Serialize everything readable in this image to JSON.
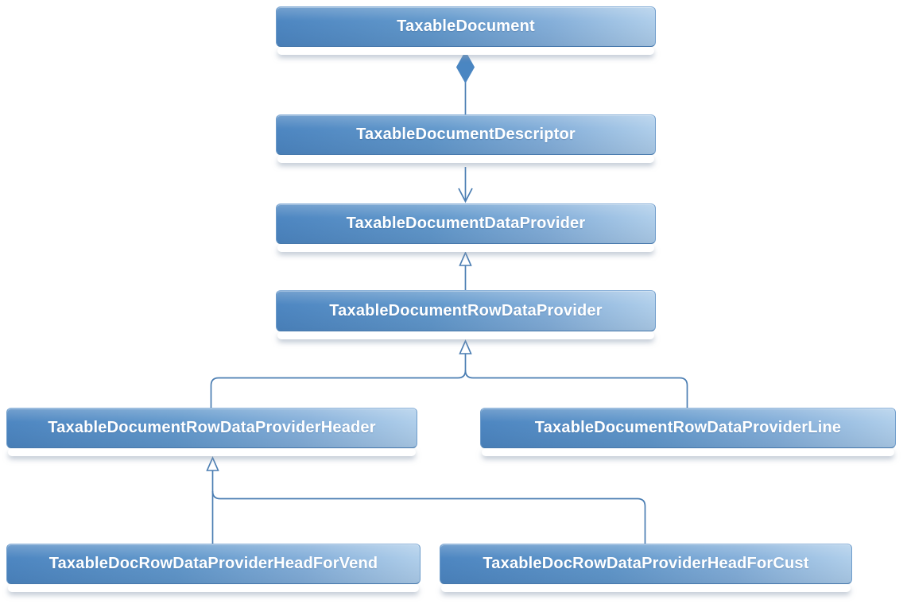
{
  "diagram": {
    "type": "class-hierarchy",
    "nodes": [
      {
        "id": "taxable-document",
        "label": "TaxableDocument"
      },
      {
        "id": "taxable-document-descriptor",
        "label": "TaxableDocumentDescriptor"
      },
      {
        "id": "taxable-document-data-provider",
        "label": "TaxableDocumentDataProvider"
      },
      {
        "id": "taxable-document-row-data-provider",
        "label": "TaxableDocumentRowDataProvider"
      },
      {
        "id": "taxable-document-row-data-provider-header",
        "label": "TaxableDocumentRowDataProviderHeader"
      },
      {
        "id": "taxable-document-row-data-provider-line",
        "label": "TaxableDocumentRowDataProviderLine"
      },
      {
        "id": "taxable-doc-row-data-provider-head-for-vend",
        "label": "TaxableDocRowDataProviderHeadForVend"
      },
      {
        "id": "taxable-doc-row-data-provider-head-for-cust",
        "label": "TaxableDocRowDataProviderHeadForCust"
      }
    ],
    "edges": [
      {
        "from": "TaxableDocumentDescriptor",
        "to": "TaxableDocument",
        "type": "composition-filled-diamond"
      },
      {
        "from": "TaxableDocumentDescriptor",
        "to": "TaxableDocumentDataProvider",
        "type": "directed-open-arrow"
      },
      {
        "from": "TaxableDocumentRowDataProvider",
        "to": "TaxableDocumentDataProvider",
        "type": "generalization-hollow-triangle"
      },
      {
        "from": "TaxableDocumentRowDataProviderHeader",
        "to": "TaxableDocumentRowDataProvider",
        "type": "generalization-hollow-triangle"
      },
      {
        "from": "TaxableDocumentRowDataProviderLine",
        "to": "TaxableDocumentRowDataProvider",
        "type": "generalization-hollow-triangle"
      },
      {
        "from": "TaxableDocRowDataProviderHeadForVend",
        "to": "TaxableDocumentRowDataProviderHeader",
        "type": "generalization-hollow-triangle"
      },
      {
        "from": "TaxableDocRowDataProviderHeadForCust",
        "to": "TaxableDocumentRowDataProviderHeader",
        "type": "generalization-hollow-triangle"
      }
    ],
    "colors": {
      "node_gradient_start": "#4d86c1",
      "node_gradient_mid": "#6399cc",
      "node_gradient_end": "#b3d1ec",
      "node_border": "#6f9dcb",
      "node_text": "#ffffff",
      "connector": "#4a7db2",
      "diamond_fill": "#4a86c2",
      "background": "#ffffff"
    }
  }
}
